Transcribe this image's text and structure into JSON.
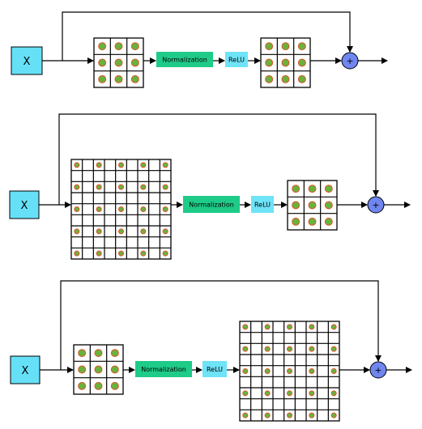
{
  "input_label": "X",
  "norm_label": "Normalization",
  "relu_label": "ReLU",
  "sum_symbol": "+",
  "colors": {
    "input_fill": "#66e0f7",
    "norm_fill": "#1ecb88",
    "relu_fill": "#6fe3f7",
    "sum_fill": "#6f86ef",
    "dot_fill": "#69b23c",
    "dot_stroke": "#e0532c"
  },
  "rows": [
    {
      "name": "row-1",
      "grid_in": {
        "size": 3,
        "dots_every": 1
      },
      "grid_out": {
        "size": 3,
        "dots_every": 1
      }
    },
    {
      "name": "row-2",
      "grid_in": {
        "size": 9,
        "dots_every": 2
      },
      "grid_out": {
        "size": 3,
        "dots_every": 1
      }
    },
    {
      "name": "row-3",
      "grid_in": {
        "size": 3,
        "dots_every": 1
      },
      "grid_out": {
        "size": 9,
        "dots_every": 2
      }
    }
  ]
}
